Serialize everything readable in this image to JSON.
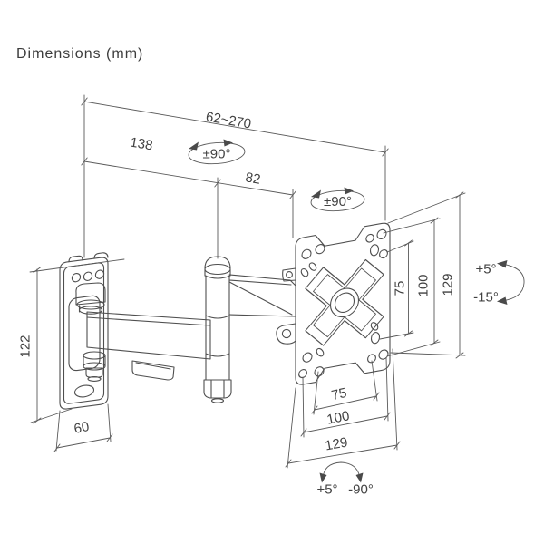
{
  "title": "Dimensions (mm)",
  "colors": {
    "line": "#4f4f4f",
    "dimension_line": "#5a5a5a",
    "text": "#414141",
    "background": "#ffffff"
  },
  "dims": {
    "extension_range": "62~270",
    "arm_first": "138",
    "arm_second": "82",
    "swivel_arm": "±90°",
    "swivel_plate": "±90°",
    "wall_height": "122",
    "wall_width": "60",
    "vesa_v": {
      "inner": "75",
      "middle": "100",
      "outer": "129"
    },
    "vesa_h": {
      "inner": "75",
      "middle": "100",
      "outer": "129"
    },
    "tilt_up": "+5°",
    "tilt_down": "-15°",
    "rotate_up": "+5°",
    "rotate_down": "-90°"
  }
}
